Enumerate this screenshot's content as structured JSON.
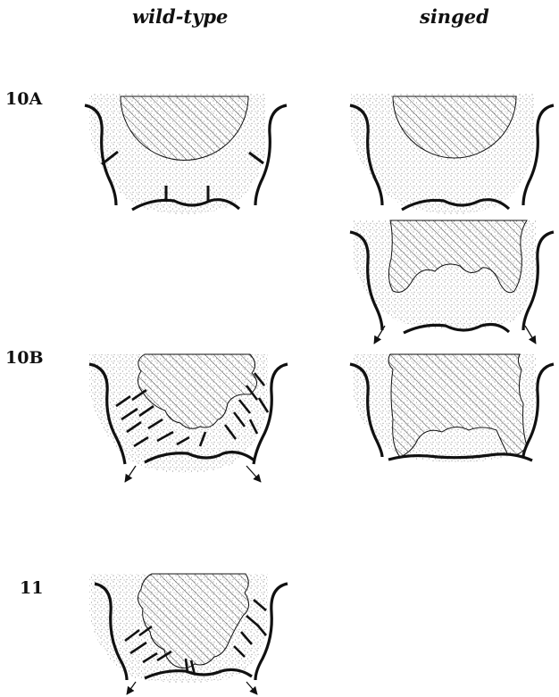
{
  "columns": {
    "left": "wild-type",
    "right": "singed"
  },
  "rows": {
    "r10a": "10A",
    "r10b": "10B",
    "r11": "11"
  }
}
